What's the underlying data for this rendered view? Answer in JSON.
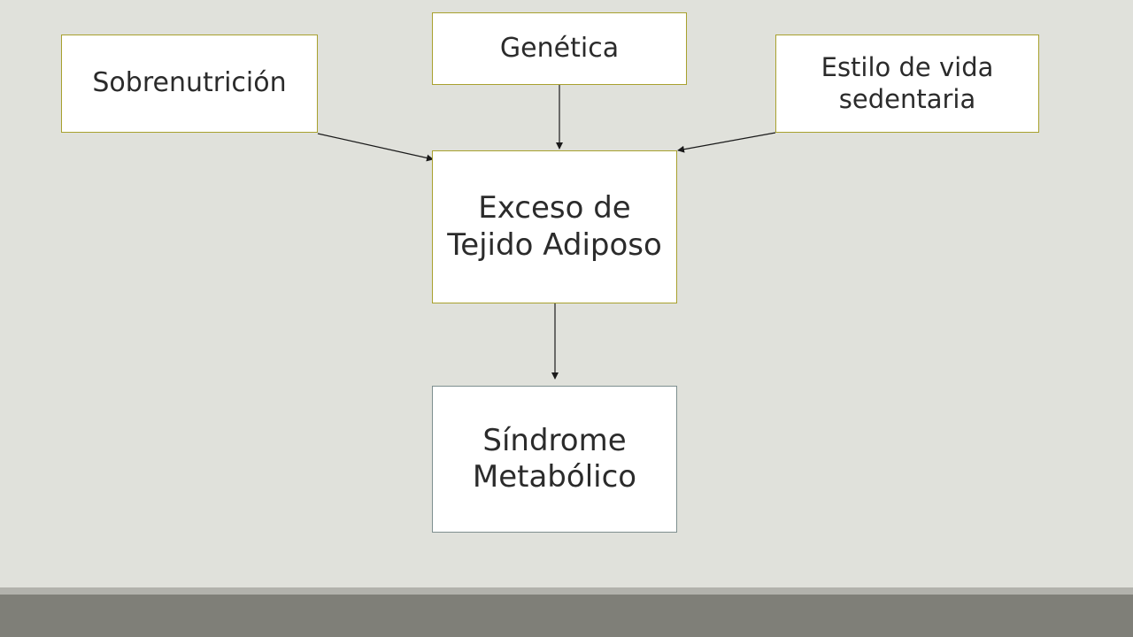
{
  "nodes": {
    "sobrenutricion": "Sobrenutrición",
    "genetica": "Genética",
    "estilo": "Estilo de vida sedentaria",
    "exceso": "Exceso de Tejido Adiposo",
    "sindrome": "Síndrome Metabólico"
  },
  "colors": {
    "background": "#e0e1db",
    "box_border": "#a8a12e",
    "result_border": "#7e8f8f",
    "footer": "#7f7f78"
  }
}
